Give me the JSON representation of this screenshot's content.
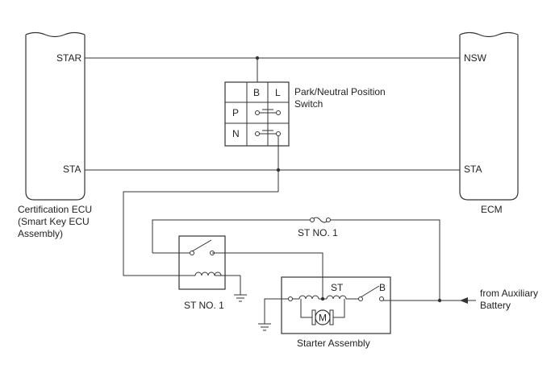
{
  "diagram": {
    "ecu_left": {
      "label_lines": [
        "Certification ECU",
        "(Smart Key ECU",
        "Assembly)"
      ],
      "pins": {
        "star": "STAR",
        "sta": "STA"
      }
    },
    "ecm": {
      "label": "ECM",
      "pins": {
        "nsw": "NSW",
        "sta": "STA"
      }
    },
    "pn_switch": {
      "label_lines": [
        "Park/Neutral Position",
        "Switch"
      ],
      "col_headers": [
        "B",
        "L"
      ],
      "rows": [
        "P",
        "N"
      ]
    },
    "relay": {
      "label": "ST NO. 1"
    },
    "fuse": {
      "label": "ST NO. 1"
    },
    "starter": {
      "label": "Starter Assembly",
      "terminal_st": "ST",
      "terminal_b": "B",
      "motor_symbol": "M"
    },
    "battery_note_lines": [
      "from Auxiliary",
      "Battery"
    ]
  }
}
